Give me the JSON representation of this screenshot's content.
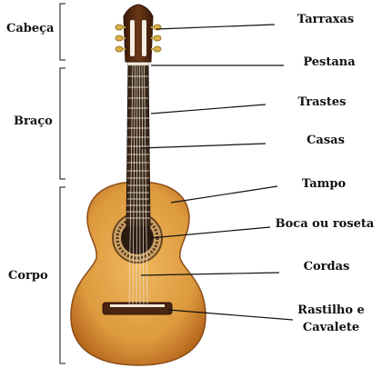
{
  "labels": {
    "sections": {
      "head": "Cabeça",
      "neck": "Braço",
      "body": "Corpo"
    },
    "parts": {
      "tuners": "Tarraxas",
      "nut": "Pestana",
      "frets": "Trastes",
      "fret_spaces": "Casas",
      "top": "Tampo",
      "soundhole": "Boca ou roseta",
      "strings": "Cordas",
      "bridge_line1": "Rastilho e",
      "bridge_line2": "Cavalete"
    }
  },
  "colors": {
    "wood_light": "#e6a54a",
    "wood_dark": "#b96c22",
    "fretboard": "#3a2618",
    "headstock": "#5a2e14",
    "leader_line": "#111111"
  }
}
